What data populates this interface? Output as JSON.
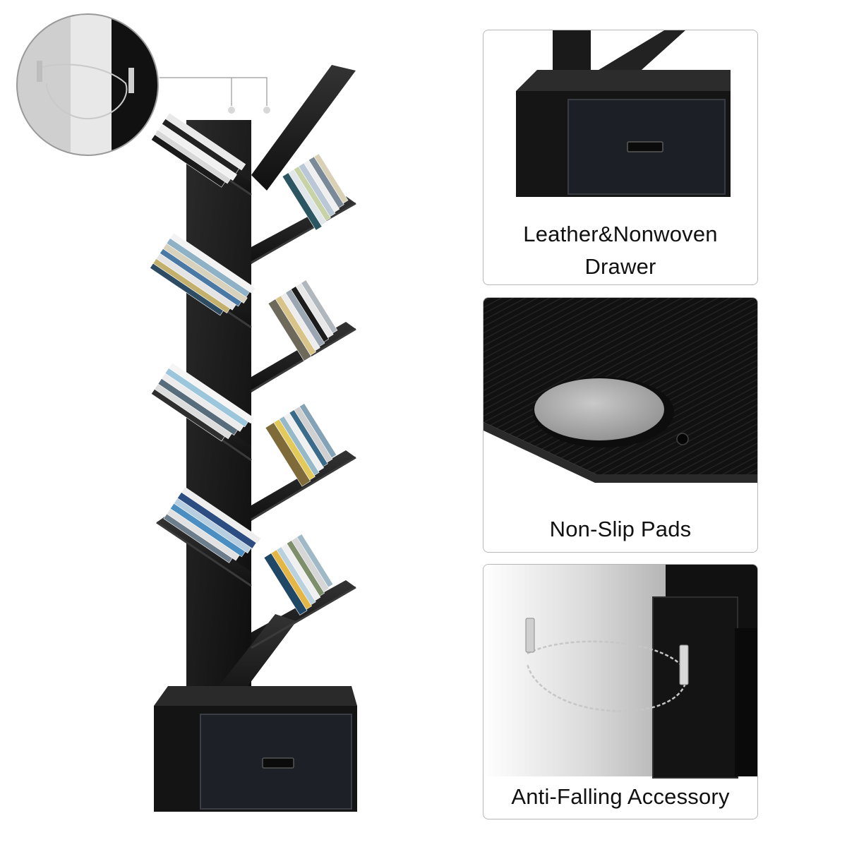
{
  "colors": {
    "wood": "#141414",
    "wood_edge": "#2a2a2a",
    "drawer_front": "#1c1e22",
    "felt_pad": "#9a9a9a",
    "panel_border": "#b8b8b8",
    "caption_text": "#111111"
  },
  "product": {
    "name": "tree-bookshelf-with-drawer",
    "icons": [
      "bookshelf-image",
      "zoom-inset-anti-tip-icon"
    ]
  },
  "features": [
    {
      "caption_line1": "Leather&Nonwoven",
      "caption_line2": "Drawer",
      "icon": "drawer-closeup"
    },
    {
      "caption_line1": "Non-Slip Pads",
      "caption_line2": "",
      "icon": "felt-pad-closeup"
    },
    {
      "caption_line1": "Anti-Falling Accessory",
      "caption_line2": "",
      "icon": "wall-anchor-closeup"
    }
  ]
}
